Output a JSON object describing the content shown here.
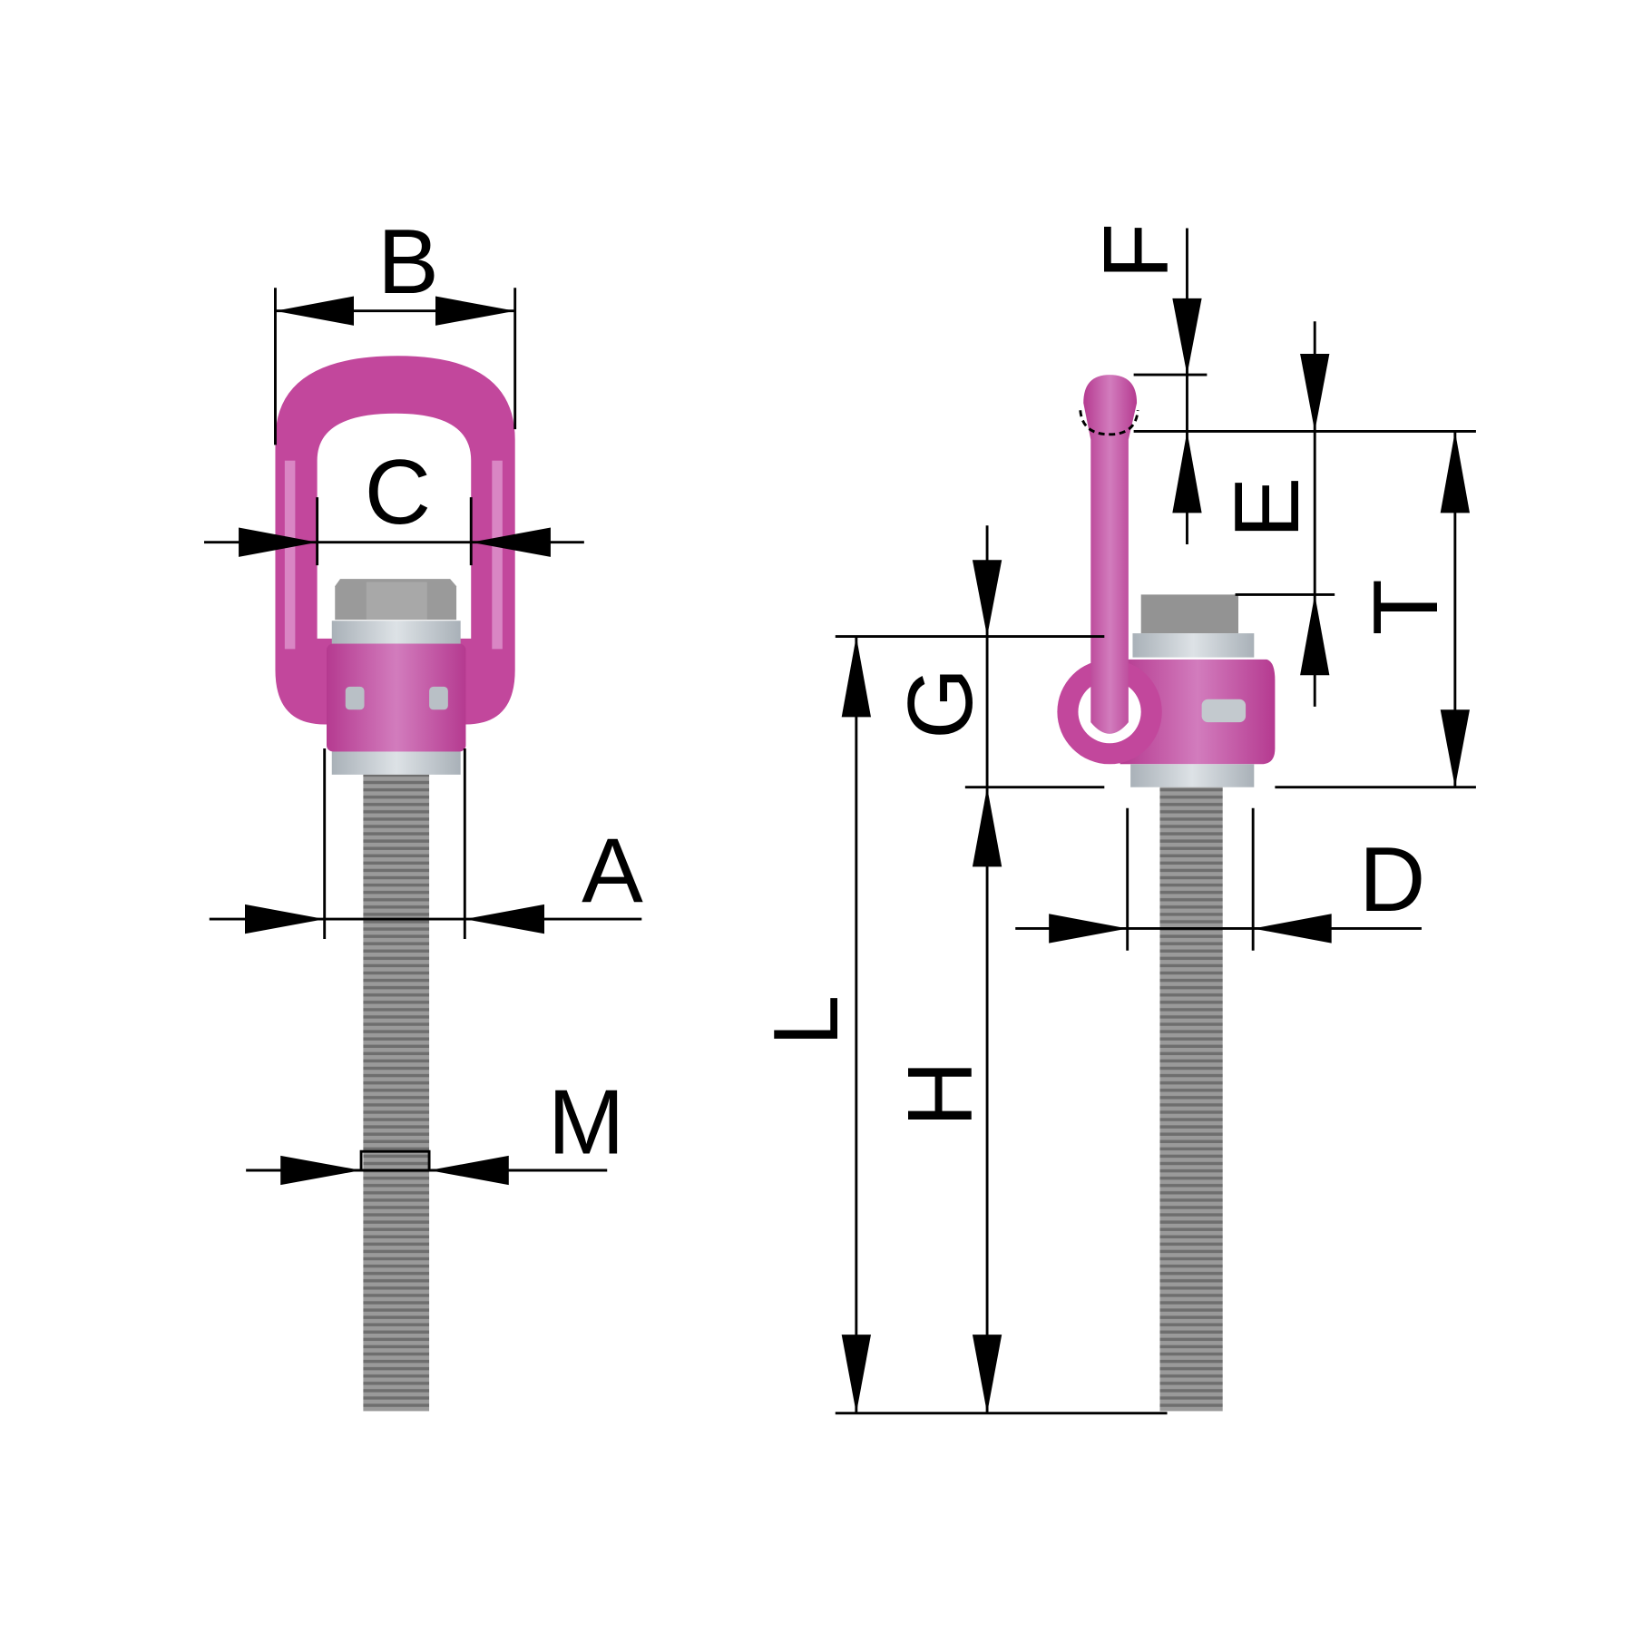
{
  "labels": {
    "A": "A",
    "B": "B",
    "C": "C",
    "D": "D",
    "E": "E",
    "F": "F",
    "G": "G",
    "H": "H",
    "L": "L",
    "M": "M",
    "T": "T"
  },
  "colors": {
    "body": "#c2479c",
    "body_highlight": "#d986c4",
    "nut": "#8f8f8f",
    "washer": "#c4cbd1",
    "thread": "#8a8a8a"
  }
}
